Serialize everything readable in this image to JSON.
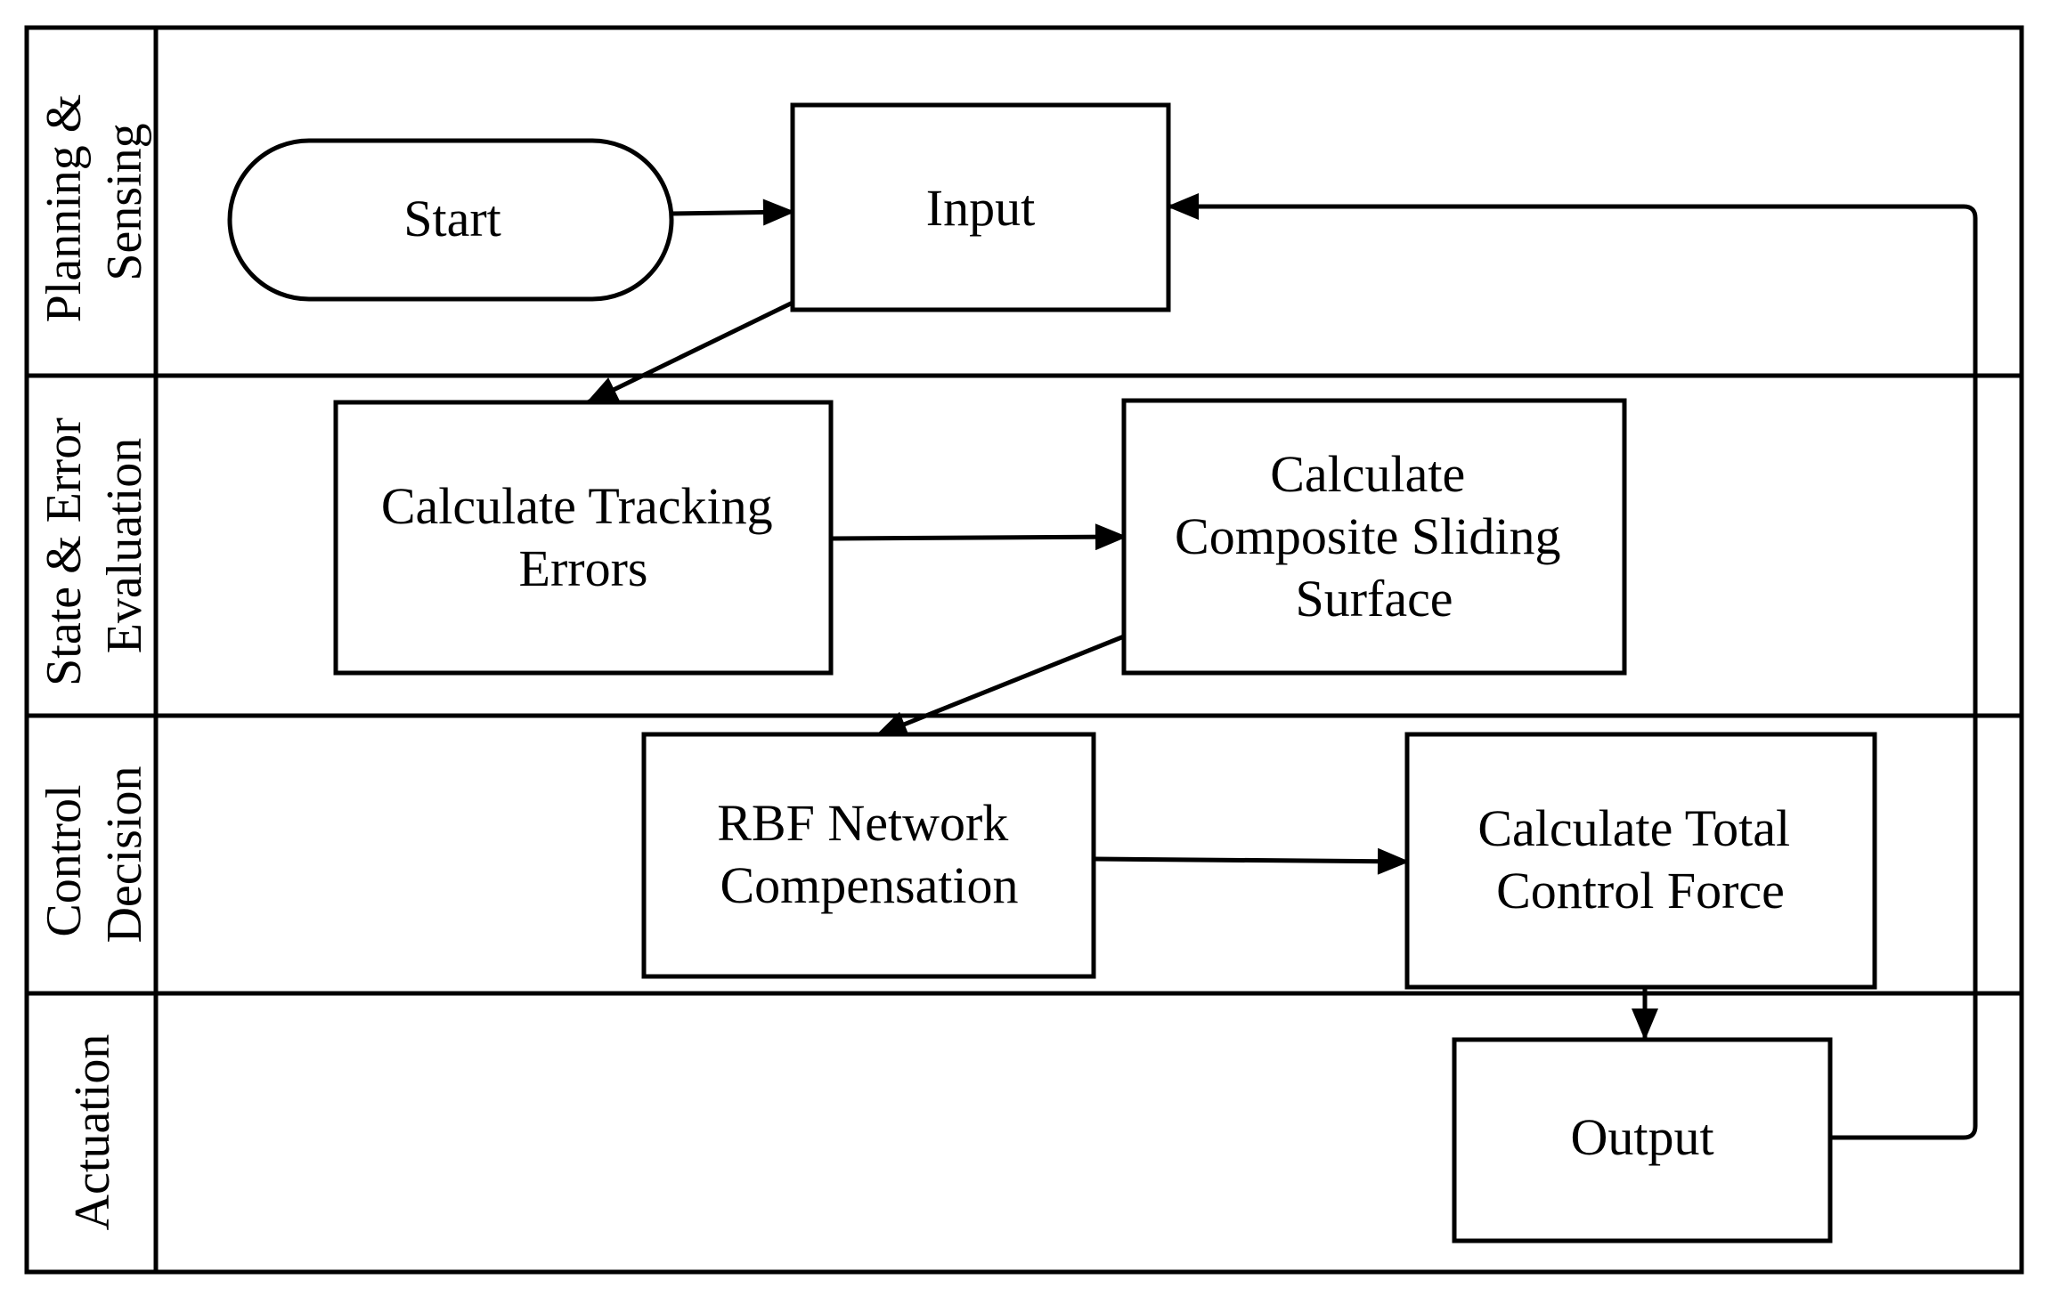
{
  "lanes": [
    {
      "lines": [
        "Planning &",
        "Sensing"
      ]
    },
    {
      "lines": [
        "State & Error",
        "Evaluation"
      ]
    },
    {
      "lines": [
        "Control",
        "Decision"
      ]
    },
    {
      "lines": [
        "Actuation"
      ]
    }
  ],
  "nodes": {
    "start": {
      "lines": [
        "Start"
      ]
    },
    "input": {
      "lines": [
        "Input"
      ]
    },
    "tracking": {
      "lines": [
        "Calculate Tracking",
        "Errors"
      ]
    },
    "surface": {
      "lines": [
        "Calculate",
        "Composite Sliding",
        "Surface"
      ]
    },
    "rbf": {
      "lines": [
        "RBF Network",
        "Compensation"
      ]
    },
    "total": {
      "lines": [
        "Calculate Total",
        "Control Force"
      ]
    },
    "output": {
      "lines": [
        "Output"
      ]
    }
  }
}
